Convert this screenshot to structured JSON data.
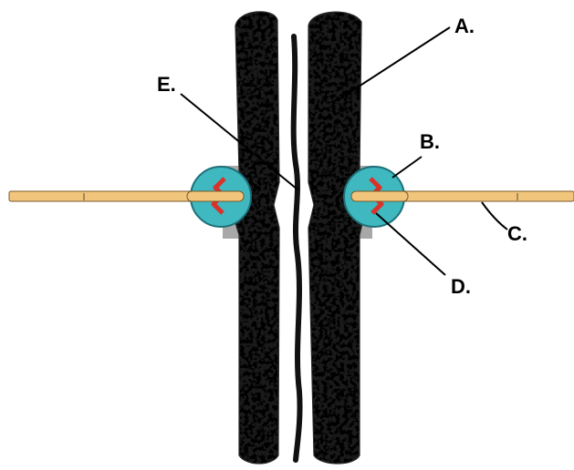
{
  "labels": {
    "a": "A.",
    "b": "B.",
    "c": "C.",
    "d": "D.",
    "e": "E."
  },
  "colors": {
    "chromatin_dark": "#1a1a1a",
    "chromatin_light": "#ffffff",
    "chromatin_mid": "#bdbdbd",
    "spindle_fiber": "#f2c57c",
    "spindle_fiber_edge": "#7a5a2a",
    "kinetochore_plate": "#a8a8a8",
    "kinetochore": "#3fb8c0",
    "kinetochore_edge": "#1f6f78",
    "kinetochore_motor": "#d9322b",
    "leader_line": "#000000"
  }
}
